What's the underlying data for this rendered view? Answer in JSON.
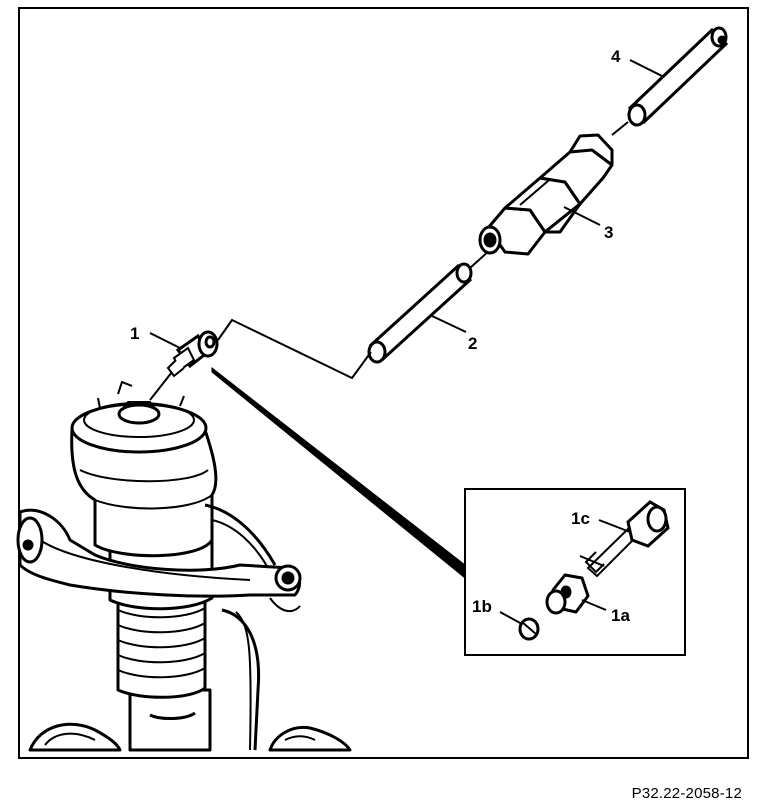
{
  "diagram": {
    "reference_code": "P32.22-2058-12",
    "callouts": {
      "c1": "1",
      "c2": "2",
      "c3": "3",
      "c4": "4",
      "c1a": "1a",
      "c1b": "1b",
      "c1c": "1c"
    },
    "icons": [
      "air-spring-strut",
      "pressure-valve",
      "pipe-section",
      "double-hex-union",
      "line-end",
      "union-nut",
      "thrust-ring",
      "valve-insert"
    ],
    "colors": {
      "line": "#000000",
      "background": "#ffffff"
    }
  }
}
